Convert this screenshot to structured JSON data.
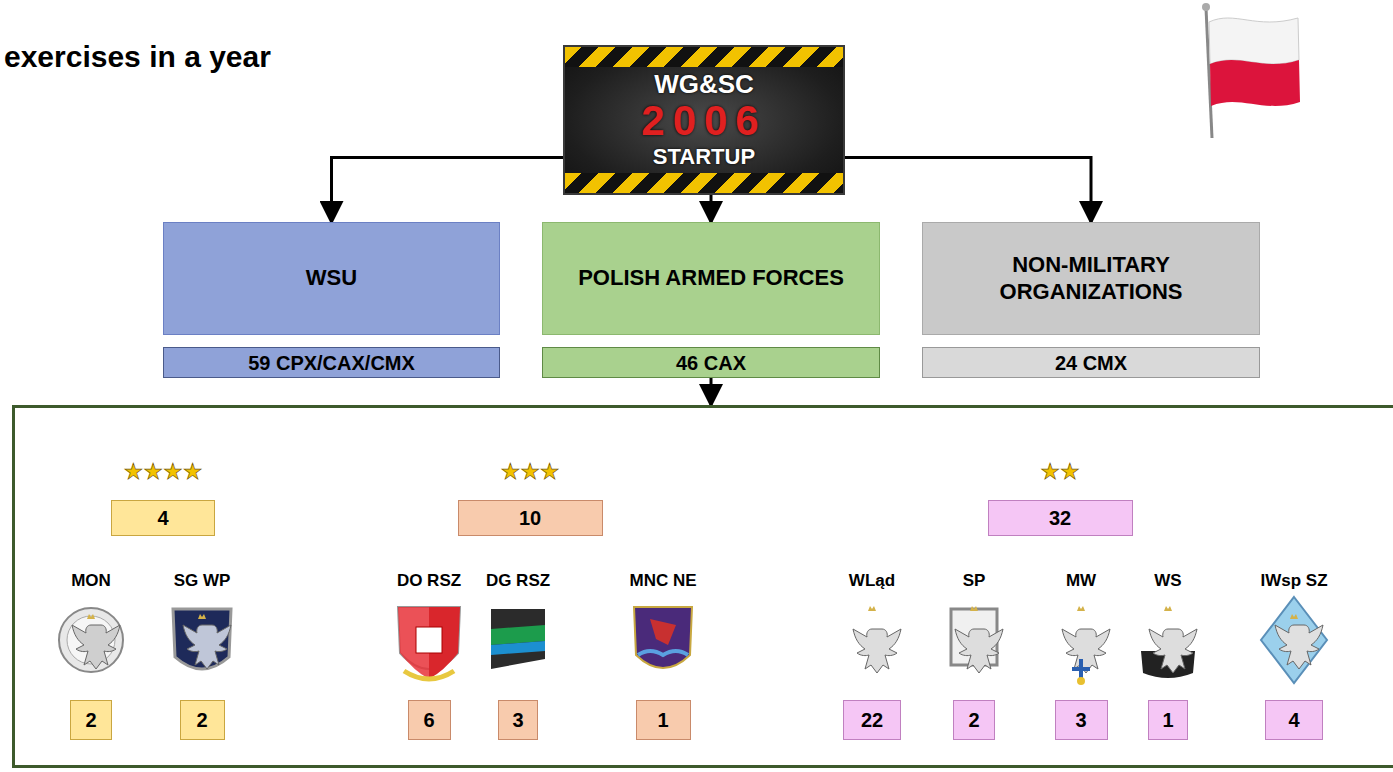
{
  "diagram": {
    "title": "exercises in a year",
    "nodes": [
      {
        "text": [
          "WG&SC",
          "2006",
          "STARTUP"
        ]
      },
      {
        "text": [
          "WSU"
        ]
      },
      {
        "text": [
          "POLISH ARMED FORCES"
        ]
      },
      {
        "text": [
          "NON-MILITARY ORGANIZATIONS"
        ]
      },
      {
        "text": [
          "59 CPX/CAX/CMX"
        ]
      },
      {
        "text": [
          "46 CAX"
        ]
      },
      {
        "text": [
          "24 CMX"
        ]
      },
      {
        "text": []
      },
      {
        "text": [
          "★★★★",
          "4"
        ],
        "in": 7
      },
      {
        "text": [
          "MON",
          "2"
        ],
        "in": 7
      },
      {
        "text": [
          "SG WP",
          "2"
        ],
        "in": 7
      },
      {
        "text": [
          "★★★",
          "10"
        ],
        "in": 7
      },
      {
        "text": [
          "DO RSZ",
          "6"
        ],
        "in": 7
      },
      {
        "text": [
          "DG RSZ",
          "3"
        ],
        "in": 7
      },
      {
        "text": [
          "MNC NE",
          "1"
        ],
        "in": 7
      },
      {
        "text": [
          "★★",
          "32"
        ],
        "in": 7
      },
      {
        "text": [
          "WLąd",
          "22"
        ],
        "in": 7
      },
      {
        "text": [
          "SP",
          "2"
        ],
        "in": 7
      },
      {
        "text": [
          "MW",
          "3"
        ],
        "in": 7
      },
      {
        "text": [
          "WS",
          "1"
        ],
        "in": 7
      },
      {
        "text": [
          "IWsp SZ",
          "4"
        ],
        "in": 7
      }
    ],
    "edges": [
      {
        "from": 0,
        "to": 1,
        "arrow": "to"
      },
      {
        "from": 0,
        "to": 2,
        "arrow": "to"
      },
      {
        "from": 0,
        "to": 3,
        "arrow": "to"
      },
      {
        "from": 5,
        "to": 7,
        "arrow": "to"
      }
    ]
  }
}
